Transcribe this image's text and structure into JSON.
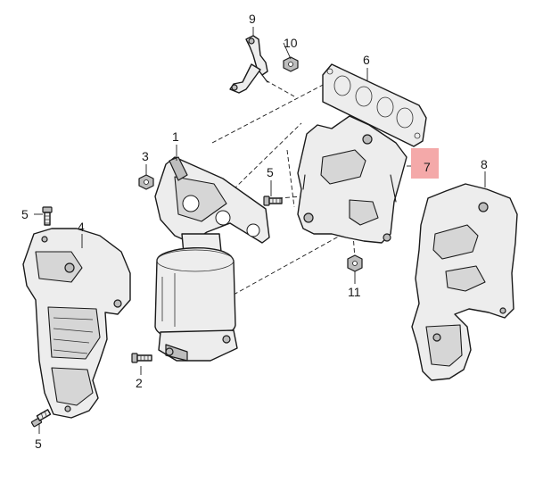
{
  "callouts": [
    {
      "id": "c1",
      "label": "1"
    },
    {
      "id": "c2",
      "label": "2"
    },
    {
      "id": "c3",
      "label": "3"
    },
    {
      "id": "c4",
      "label": "4"
    },
    {
      "id": "c5a",
      "label": "5"
    },
    {
      "id": "c5b",
      "label": "5"
    },
    {
      "id": "c5c",
      "label": "5"
    },
    {
      "id": "c6",
      "label": "6"
    },
    {
      "id": "c7",
      "label": "7",
      "highlighted": true
    },
    {
      "id": "c8",
      "label": "8"
    },
    {
      "id": "c9",
      "label": "9"
    },
    {
      "id": "c10",
      "label": "10"
    },
    {
      "id": "c11",
      "label": "11"
    }
  ],
  "colors": {
    "highlight": "#f4a9a9",
    "line": "#1a1a1a",
    "part_fill": "#ededed"
  }
}
